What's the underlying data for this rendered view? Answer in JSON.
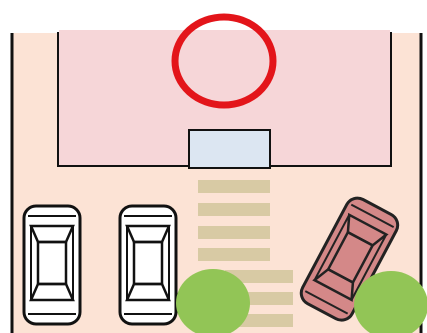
{
  "scene": {
    "elements": [
      "site-ground",
      "building",
      "target-circle",
      "entrance-door",
      "stepping-stone-path",
      "parked-car-left",
      "parked-car-middle",
      "highlighted-car",
      "shrub-left",
      "shrub-right"
    ]
  },
  "colors": {
    "ground": "#fce3d5",
    "building": "#f6d6d8",
    "outline": "#111111",
    "target_circle": "#e3151a",
    "entrance": "#dce6f2",
    "path_stone": "#d8caa4",
    "car_white": "#ffffff",
    "car_highlight": "#d48888",
    "shrub": "#92c556"
  }
}
